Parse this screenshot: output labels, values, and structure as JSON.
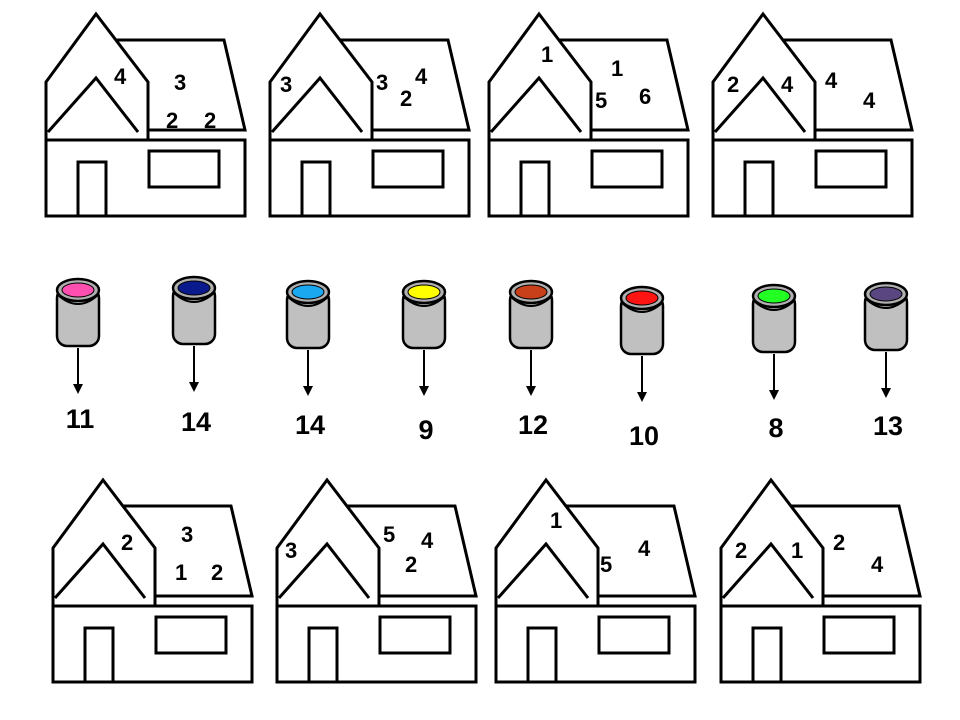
{
  "houses": [
    {
      "roof_numbers": [
        "4",
        "3",
        "2",
        "2"
      ]
    },
    {
      "roof_numbers": [
        "3",
        "3",
        "4",
        "2"
      ]
    },
    {
      "roof_numbers": [
        "1",
        "1",
        "5",
        "6"
      ]
    },
    {
      "roof_numbers": [
        "2",
        "4",
        "4",
        "4"
      ]
    },
    {
      "roof_numbers": [
        "2",
        "3",
        "1",
        "2"
      ]
    },
    {
      "roof_numbers": [
        "3",
        "5",
        "4",
        "2"
      ]
    },
    {
      "roof_numbers": [
        "1",
        "5",
        "4"
      ]
    },
    {
      "roof_numbers": [
        "2",
        "1",
        "2",
        "4"
      ]
    }
  ],
  "paint_cans": [
    {
      "color": "#ff4fb0",
      "value": "11"
    },
    {
      "color": "#0a1a8c",
      "value": "14"
    },
    {
      "color": "#1aa8f0",
      "value": "14"
    },
    {
      "color": "#ffff00",
      "value": "9"
    },
    {
      "color": "#c8401a",
      "value": "12"
    },
    {
      "color": "#ff1414",
      "value": "10"
    },
    {
      "color": "#22ff22",
      "value": "8"
    },
    {
      "color": "#5a4680",
      "value": "13"
    }
  ]
}
